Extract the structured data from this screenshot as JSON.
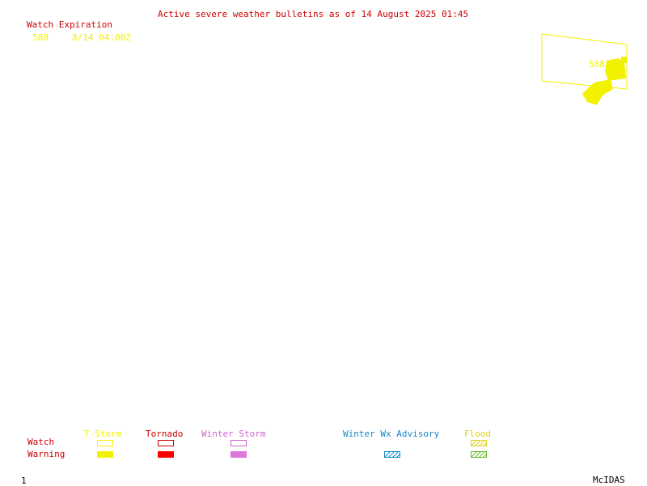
{
  "header": {
    "title": "Active severe weather bulletins as of 14 August 2025 01:45"
  },
  "watch_list": {
    "heading": "Watch Expiration",
    "items": [
      {
        "id": "588",
        "expiration": "8/14 04:00Z"
      }
    ]
  },
  "map": {
    "watch_box_label": "588",
    "colors": {
      "watch_outline": "#f2f200",
      "warning_fill": "#f2f200"
    }
  },
  "legend": {
    "row_watch": "Watch",
    "row_warning": "Warning",
    "categories": [
      {
        "label": "T-Storm",
        "color": "#f2f200"
      },
      {
        "label": "Tornado",
        "color": "#ff0000"
      },
      {
        "label": "Winter Storm",
        "color": "#dd77dd"
      },
      {
        "label": "Winter Wx Advisory",
        "color": "#1188cc"
      },
      {
        "label": "Flood",
        "color": "#88cc22"
      }
    ]
  },
  "footer": {
    "frame_number": "1",
    "brand": "McIDAS"
  }
}
